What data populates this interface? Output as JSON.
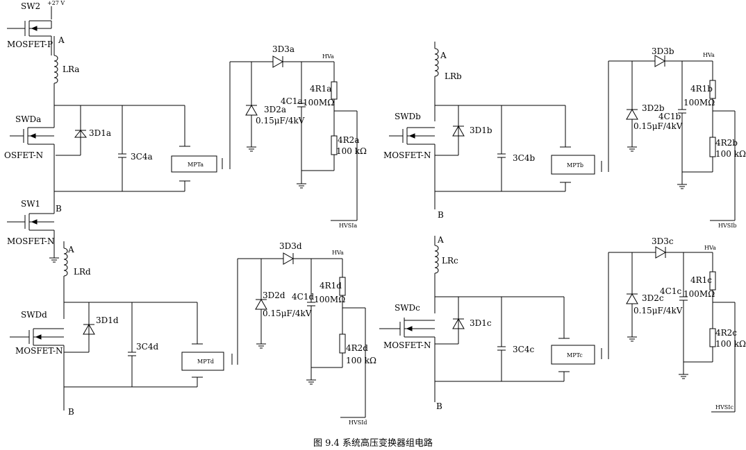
{
  "supply_label": "+27 V",
  "top_switch": {
    "name": "SW2",
    "type": "MOSFET-P"
  },
  "bottom_switch": {
    "name": "SW1",
    "type": "MOSFET-N"
  },
  "node_a": "A",
  "node_b": "B",
  "channels": {
    "a": {
      "inductor": "LRa",
      "switch": "SWDa",
      "switch_type": "OSFET-N",
      "diode1": "3D1a",
      "cap4": "3C4a",
      "mpt": "MPTa",
      "diode3": "3D3a",
      "diode2": "3D2a",
      "cap2_value": "0.15μF/4kV",
      "cap1": "4C1a",
      "r1": "4R1a",
      "r1_value": "100MΩ",
      "r2": "4R2a",
      "r2_value": "100 kΩ",
      "hv": "HVa",
      "hvsi": "HVSIa"
    },
    "b": {
      "inductor": "LRb",
      "switch": "SWDb",
      "switch_type": "MOSFET-N",
      "diode1": "3D1b",
      "cap4": "3C4b",
      "mpt": "MPTb",
      "diode3": "3D3b",
      "diode2": "3D2b",
      "cap2_value": "0.15μF/4kV",
      "cap1": "4C1b",
      "r1": "4R1b",
      "r1_value": "100MΩ",
      "r2": "4R2b",
      "r2_value": "100 kΩ",
      "hv": "HVa",
      "hvsi": "HVSIb"
    },
    "d": {
      "inductor": "LRd",
      "switch": "SWDd",
      "switch_type": "MOSFET-N",
      "diode1": "3D1d",
      "cap4": "3C4d",
      "mpt": "MPTd",
      "diode3": "3D3d",
      "diode2": "3D2d",
      "cap2_value": "0.15μF/4kV",
      "cap1": "4C1d",
      "r1": "4R1d",
      "r1_value": "100MΩ",
      "r2": "4R2d",
      "r2_value": "100 kΩ",
      "hv": "HVa",
      "hvsi": "HVSId"
    },
    "c": {
      "inductor": "LRc",
      "switch": "SWDc",
      "switch_type": "MOSFET-N",
      "diode1": "3D1c",
      "cap4": "3C4c",
      "mpt": "MPTc",
      "diode3": "3D3c",
      "diode2": "3D2c",
      "cap2_value": "0.15μF/4kV",
      "cap1": "4C1c",
      "r1": "4R1c",
      "r1_value": "100MΩ",
      "r2": "4R2c",
      "r2_value": "100 kΩ",
      "hv": "HVa",
      "hvsi": "HVSIc"
    }
  },
  "caption": "图 9.4   系统高压变换器组电路"
}
